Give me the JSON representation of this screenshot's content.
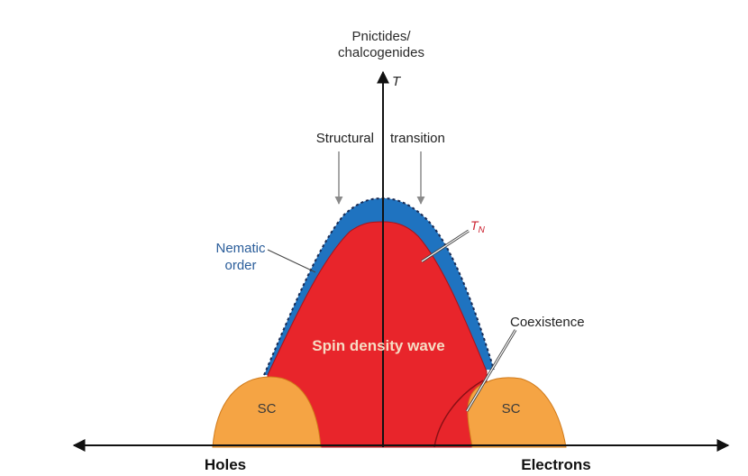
{
  "diagram": {
    "top_label_line1": "Pnictides/",
    "top_label_line2": "chalcogenides",
    "axis_t": "T",
    "structural_label": "Structural",
    "transition_label": "transition",
    "nematic_line1": "Nematic",
    "nematic_line2": "order",
    "tn_label": "T",
    "tn_sub": "N",
    "coexistence_label": "Coexistence",
    "sdw_label": "Spin density wave",
    "sc_left_label": "SC",
    "sc_right_label": "SC",
    "holes_label": "Holes",
    "electrons_label": "Electrons"
  },
  "colors": {
    "sdw_fill": "#e8252b",
    "nematic_fill": "#1f73c0",
    "sc_fill": "#f5a444",
    "axis": "#111111",
    "arrow_gray": "#8a8a8a"
  }
}
